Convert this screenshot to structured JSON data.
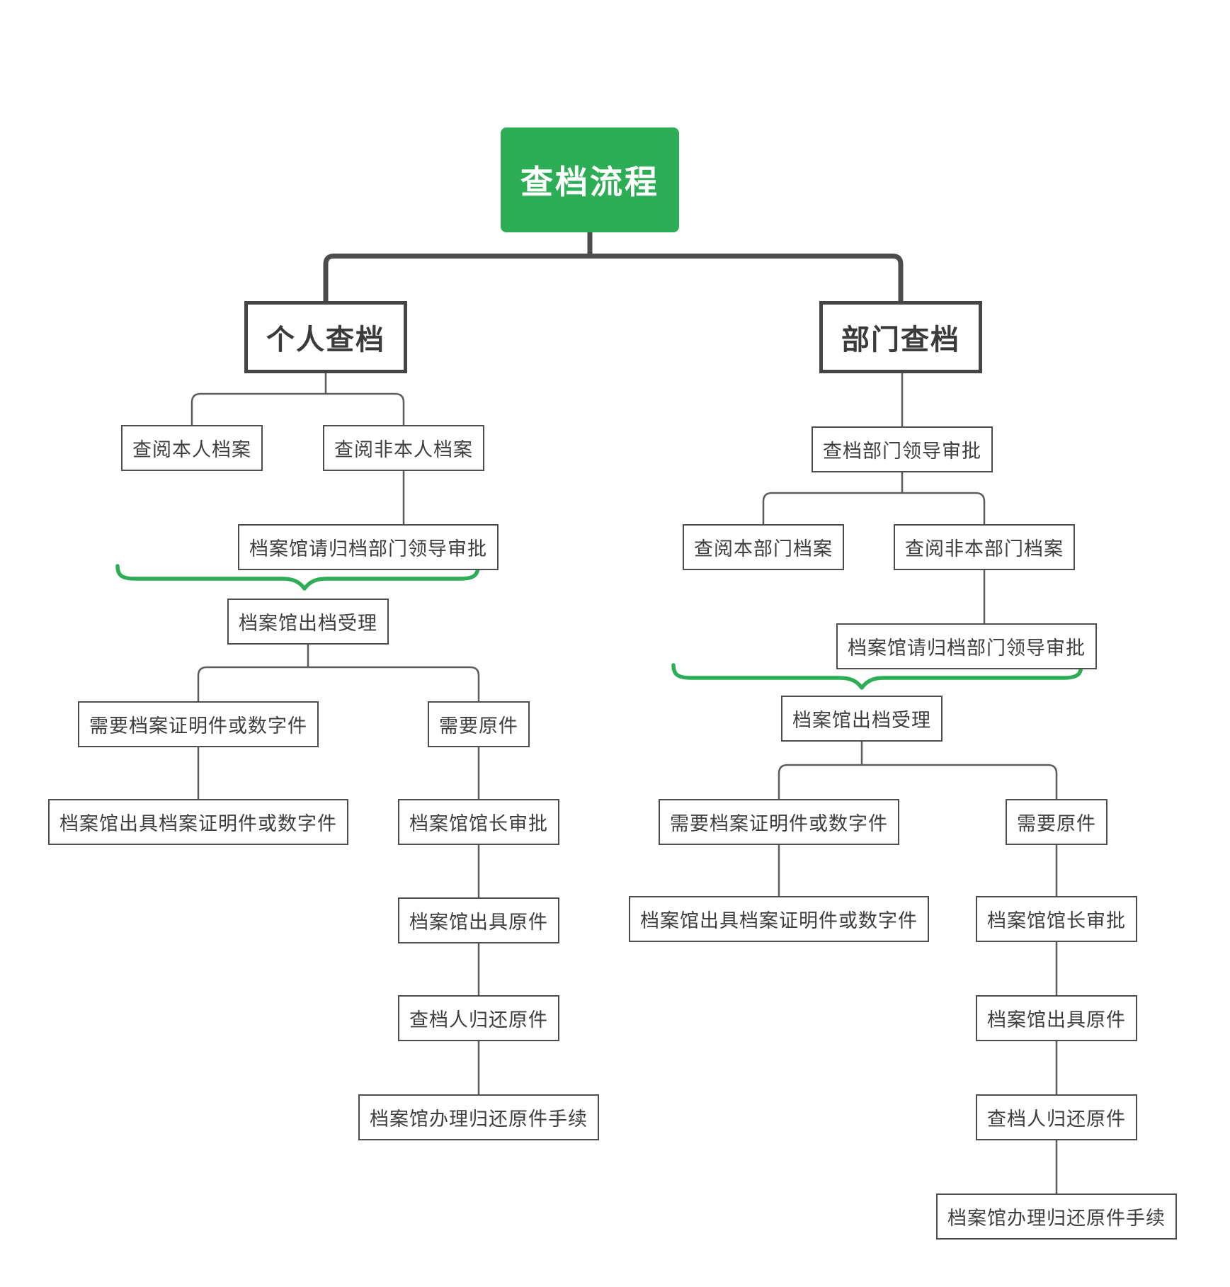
{
  "title": "查档流程",
  "colors": {
    "accent_green": "#2ead57",
    "brace_green": "#2ead57",
    "trunk_dark": "#4c4c4c",
    "connector_gray": "#5c5c5c",
    "box_border": "#4d4d4d",
    "text": "#3e3e3e"
  },
  "nodes": {
    "root": {
      "label": "查档流程"
    },
    "personal": {
      "label": "个人查档"
    },
    "dept": {
      "label": "部门查档"
    },
    "view_own": {
      "label": "查阅本人档案"
    },
    "view_other": {
      "label": "查阅非本人档案"
    },
    "l_request_approval": {
      "label": "档案馆请归档部门领导审批"
    },
    "l_accept": {
      "label": "档案馆出档受理"
    },
    "l_need_cert": {
      "label": "需要档案证明件或数字件"
    },
    "l_need_orig": {
      "label": "需要原件"
    },
    "l_issue_cert": {
      "label": "档案馆出具档案证明件或数字件"
    },
    "l_director": {
      "label": "档案馆馆长审批"
    },
    "l_issue_orig": {
      "label": "档案馆出具原件"
    },
    "l_return_orig": {
      "label": "查档人归还原件"
    },
    "l_return_proc": {
      "label": "档案馆办理归还原件手续"
    },
    "dept_leader_approval": {
      "label": "查档部门领导审批"
    },
    "view_own_dept": {
      "label": "查阅本部门档案"
    },
    "view_other_dept": {
      "label": "查阅非本部门档案"
    },
    "r_request_approval": {
      "label": "档案馆请归档部门领导审批"
    },
    "r_accept": {
      "label": "档案馆出档受理"
    },
    "r_need_cert": {
      "label": "需要档案证明件或数字件"
    },
    "r_need_orig": {
      "label": "需要原件"
    },
    "r_issue_cert": {
      "label": "档案馆出具档案证明件或数字件"
    },
    "r_director": {
      "label": "档案馆馆长审批"
    },
    "r_issue_orig": {
      "label": "档案馆出具原件"
    },
    "r_return_orig": {
      "label": "查档人归还原件"
    },
    "r_return_proc": {
      "label": "档案馆办理归还原件手续"
    }
  }
}
